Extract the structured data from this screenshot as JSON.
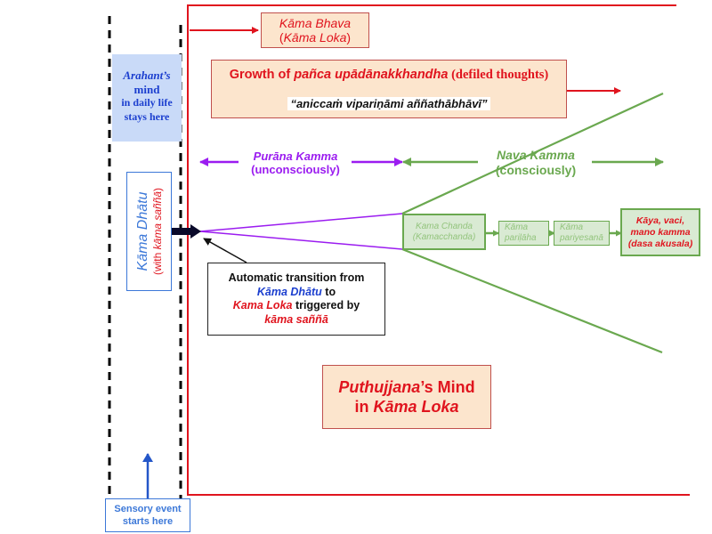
{
  "kama_bhava": {
    "line1": "Kāma Bhava",
    "line2_open": "(",
    "line2_it": "Kāma Loka",
    "line2_close": ")"
  },
  "growth_box": {
    "prefix": "Growth of ",
    "term": "pañca upādānakkhandha",
    "suffix": " (defiled thoughts)",
    "quote": "“aniccaṁ vipariṇāmi aññathābhāvī”"
  },
  "arahant_box": {
    "line1": "Arahant’s",
    "line2": "mind",
    "line3": "in daily life",
    "line4": "stays here"
  },
  "kama_dhatu_box": {
    "title": "Kāma Dhātu",
    "sub_open": "(with ",
    "sub_it": "kāma saññā",
    "sub_close": ")"
  },
  "purana_kamma": {
    "title": "Purāna Kamma",
    "sub": "(unconsciously)"
  },
  "nava_kamma": {
    "title": "Nava Kamma",
    "sub": "(consciously)"
  },
  "chain": [
    {
      "line1": "Kama Chanda",
      "line2": "(Kamacchanda)"
    },
    {
      "line1": "Kāma",
      "line2": "pariḷāha"
    },
    {
      "line1": "Kāma",
      "line2": "pariyesanā"
    }
  ],
  "result_box": {
    "line1": "Kāya, vaci,",
    "line2": "mano kamma",
    "line3": "(dasa akusala)"
  },
  "transition_box": {
    "line1": "Automatic transition from",
    "l2_it": "Kāma Dhātu",
    "l2_rest": " to",
    "l3_it": "Kama Loka",
    "l3_rest": " triggered by",
    "l4_it": "kāma saññā"
  },
  "puthujjana_box": {
    "l1_it": "Puthujjana",
    "l1_rest": "’s Mind",
    "l2_pre": "in ",
    "l2_it": "Kāma Loka"
  },
  "sensory_box": {
    "line1": "Sensory event",
    "line2": "starts here"
  },
  "colors": {
    "red": "#e0141e",
    "blue": "#1c3fcf",
    "purple": "#9b1cf0",
    "green": "#6aa84f",
    "peach": "#fce5cd"
  }
}
